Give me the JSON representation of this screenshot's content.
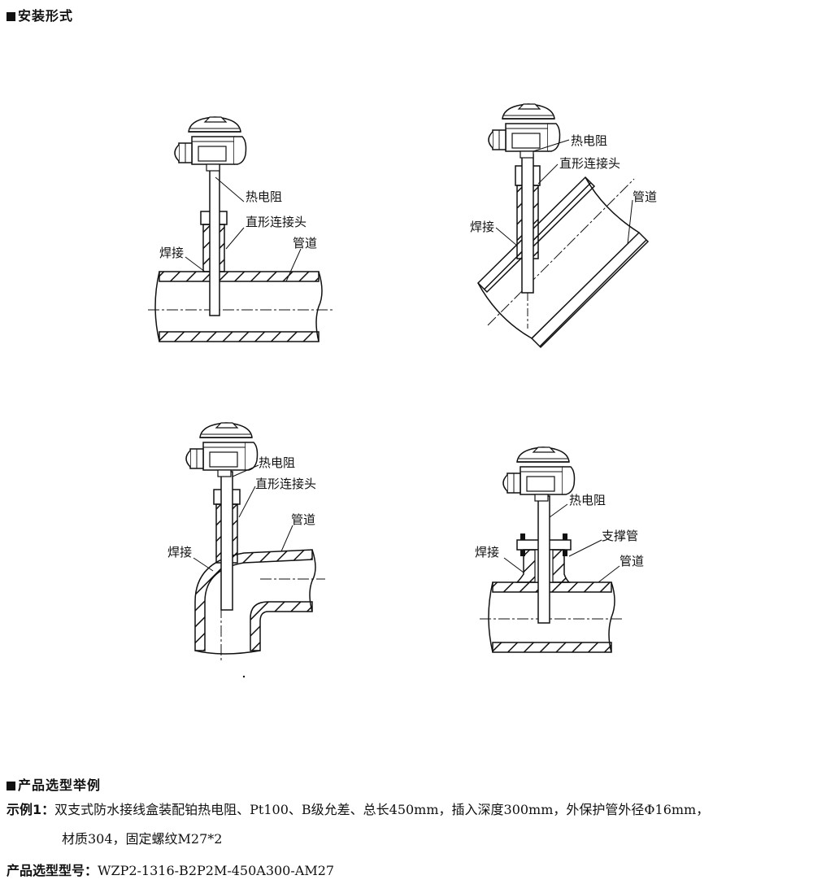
{
  "sections": {
    "install_title": "安装形式",
    "selection_title": "产品选型举例"
  },
  "figures": [
    {
      "id": "fig1",
      "labels": {
        "rtd": "热电阻",
        "connector": "直形连接头",
        "pipe": "管道",
        "weld": "焊接"
      }
    },
    {
      "id": "fig2",
      "labels": {
        "rtd": "热电阻",
        "connector": "直形连接头",
        "pipe": "管道",
        "weld": "焊接"
      }
    },
    {
      "id": "fig3",
      "labels": {
        "rtd": "热电阻",
        "connector": "直形连接头",
        "pipe": "管道",
        "weld": "焊接"
      }
    },
    {
      "id": "fig4",
      "labels": {
        "rtd": "热电阻",
        "support": "支撑管",
        "pipe": "管道",
        "weld": "焊接"
      }
    }
  ],
  "example": {
    "label": "示例1：",
    "line1": "双支式防水接线盒装配铂热电阻、Pt100、B级允差、总长450mm，插入深度300mm，外保护管外径Φ16mm，",
    "line2": "材质304，固定螺纹M27*2"
  },
  "model": {
    "label": "产品选型型号：",
    "value": "WZP2-1316-B2P2M-450A300-AM27"
  }
}
